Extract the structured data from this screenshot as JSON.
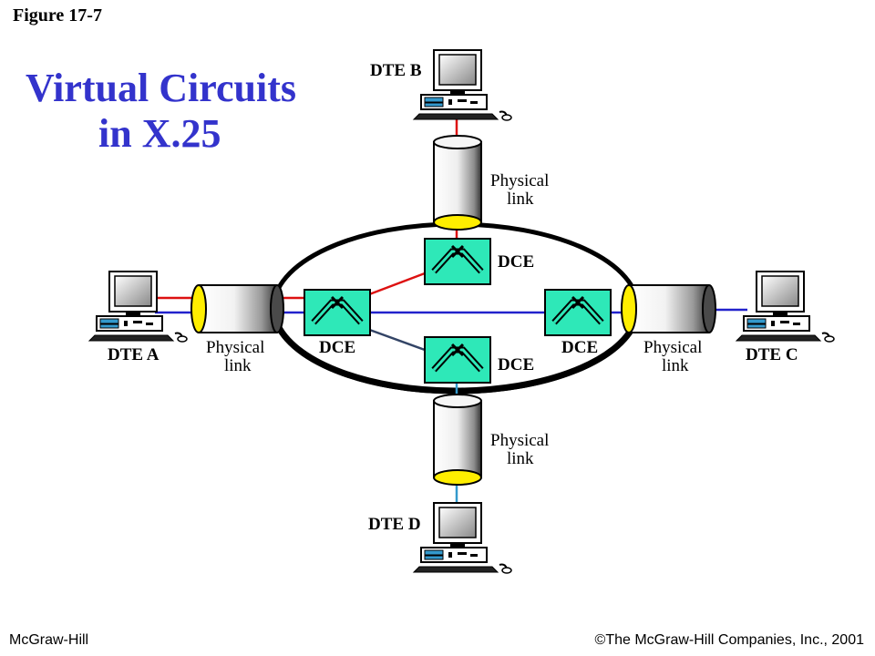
{
  "figure_label": "Figure 17-7",
  "title": {
    "line1": "Virtual Circuits",
    "line2": "in X.25"
  },
  "footer": {
    "publisher": "McGraw-Hill",
    "copyright": "©The McGraw-Hill Companies, Inc., 2001"
  },
  "dte": {
    "a": "DTE A",
    "b": "DTE B",
    "c": "DTE C",
    "d": "DTE D"
  },
  "dce_label": "DCE",
  "physical_link": {
    "line1": "Physical",
    "line2": "link"
  },
  "colors": {
    "title": "#3333cc",
    "dce_fill": "#2ee8b8",
    "cable_end": "#ffee00",
    "link_red": "#dd1111",
    "link_blue": "#2222cc",
    "link_dark": "#334466",
    "link_cyan": "#3399cc"
  },
  "icons": [
    "computer-terminal-icon",
    "packet-switch-icon",
    "cable-cylinder-icon"
  ]
}
